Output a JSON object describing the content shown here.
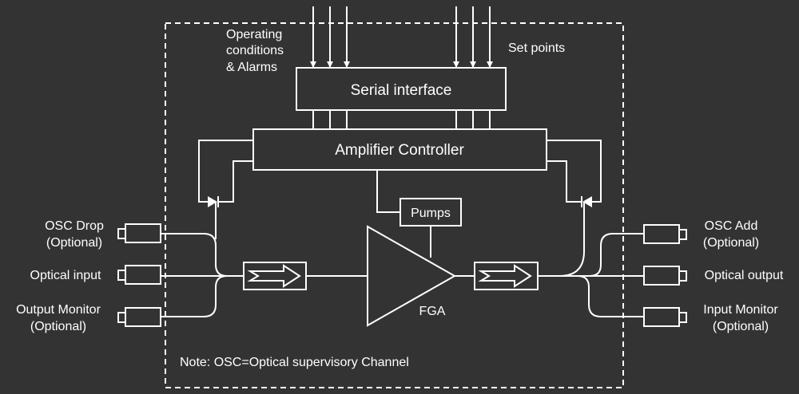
{
  "labels": {
    "operating_1": "Operating",
    "operating_2": "conditions",
    "operating_3": "& Alarms",
    "set_points": "Set points",
    "serial_interface": "Serial interface",
    "amplifier_controller": "Amplifier Controller",
    "pumps": "Pumps",
    "fga": "FGA",
    "osc_drop_1": "OSC Drop",
    "osc_drop_2": "(Optional)",
    "optical_input": "Optical input",
    "output_monitor_1": "Output Monitor",
    "output_monitor_2": "(Optional)",
    "osc_add_1": "OSC Add",
    "osc_add_2": "(Optional)",
    "optical_output": "Optical output",
    "input_monitor_1": "Input Monitor",
    "input_monitor_2": "(Optional)",
    "note": "Note: OSC=Optical supervisory Channel"
  },
  "colors": {
    "background": "#333333",
    "foreground": "#ffffff"
  }
}
